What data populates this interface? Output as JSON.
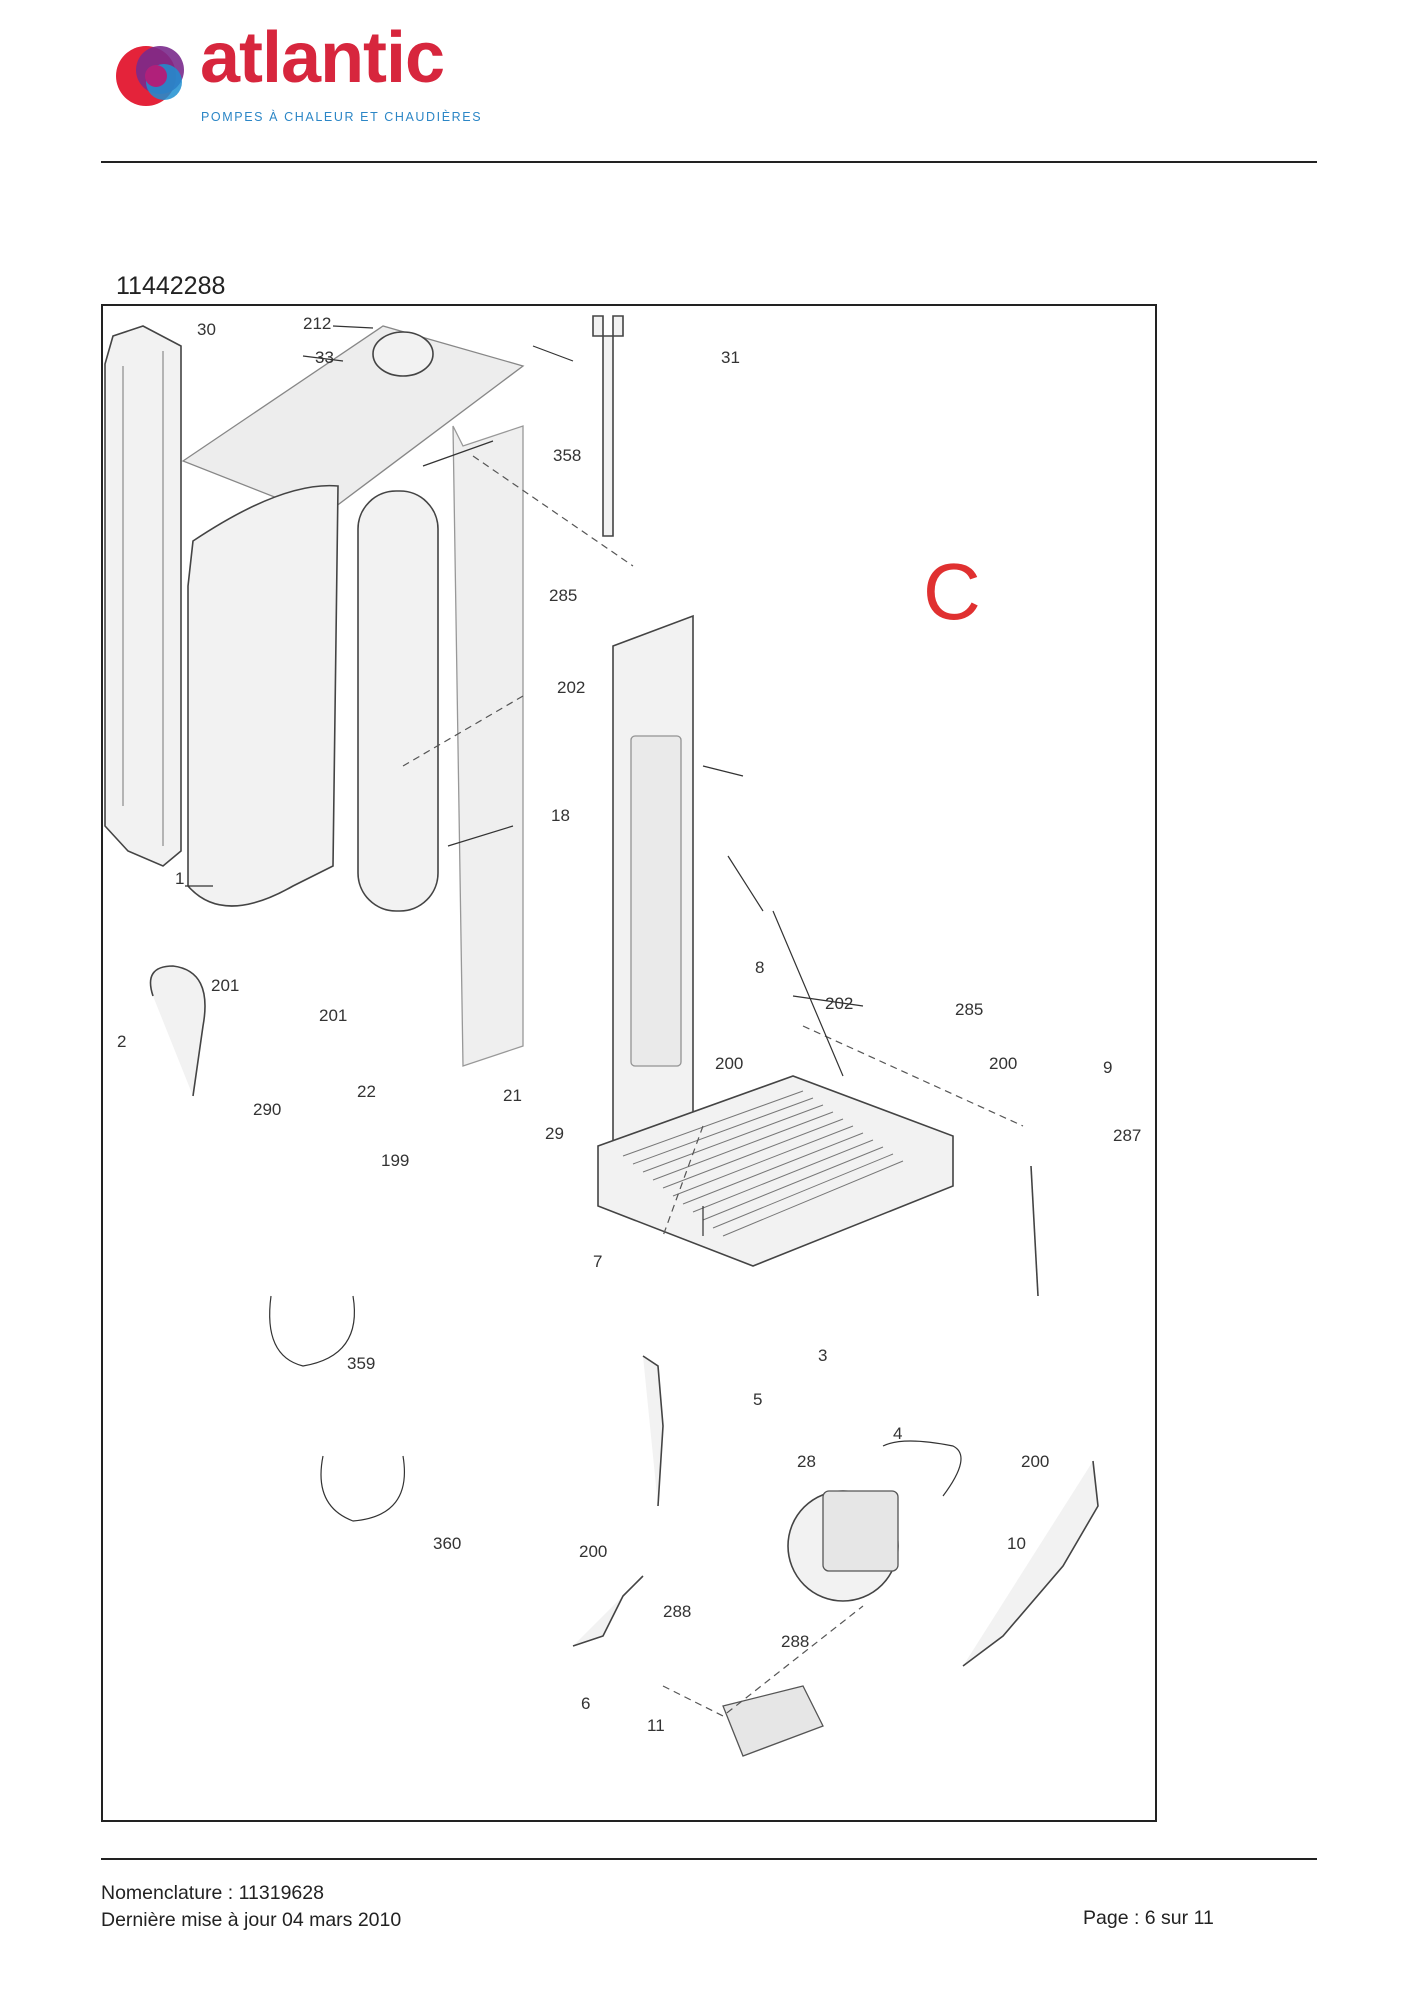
{
  "header": {
    "brand": "atlantic",
    "tagline": "POMPES À CHALEUR ET CHAUDIÈRES",
    "brand_color": "#d7263d",
    "tagline_color": "#2b86c6"
  },
  "document": {
    "reference": "11442288",
    "section_letter": "C",
    "section_color": "#e03030"
  },
  "diagram": {
    "part_labels": [
      "30",
      "212",
      "33",
      "31",
      "358",
      "285",
      "202",
      "18",
      "1",
      "201",
      "201",
      "2",
      "22",
      "21",
      "290",
      "199",
      "29",
      "8",
      "200",
      "202",
      "285",
      "200",
      "9",
      "287",
      "7",
      "359",
      "3",
      "5",
      "4",
      "28",
      "200",
      "360",
      "10",
      "200",
      "288",
      "288",
      "6",
      "11"
    ]
  },
  "footer": {
    "nomenclature": "Nomenclature : 11319628",
    "last_update": "Dernière mise à jour 04 mars 2010",
    "page": "Page : 6 sur 11"
  }
}
